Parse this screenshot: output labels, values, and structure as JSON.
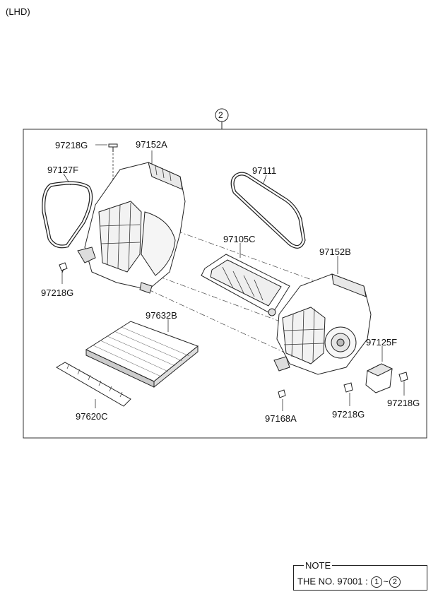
{
  "header": {
    "variant": "(LHD)"
  },
  "assembly": {
    "ref": "2"
  },
  "parts": {
    "p97218G_top": "97218G",
    "p97152A": "97152A",
    "p97127F": "97127F",
    "p97111": "97111",
    "p97105C": "97105C",
    "p97152B": "97152B",
    "p97218G_left": "97218G",
    "p97632B": "97632B",
    "p97125F": "97125F",
    "p97620C": "97620C",
    "p97168A": "97168A",
    "p97218G_bottom": "97218G",
    "p97218G_right": "97218G"
  },
  "note": {
    "label": "NOTE",
    "text": "THE NO. 97001 :",
    "range_start": "1",
    "range_sep": "~",
    "range_end": "2"
  }
}
